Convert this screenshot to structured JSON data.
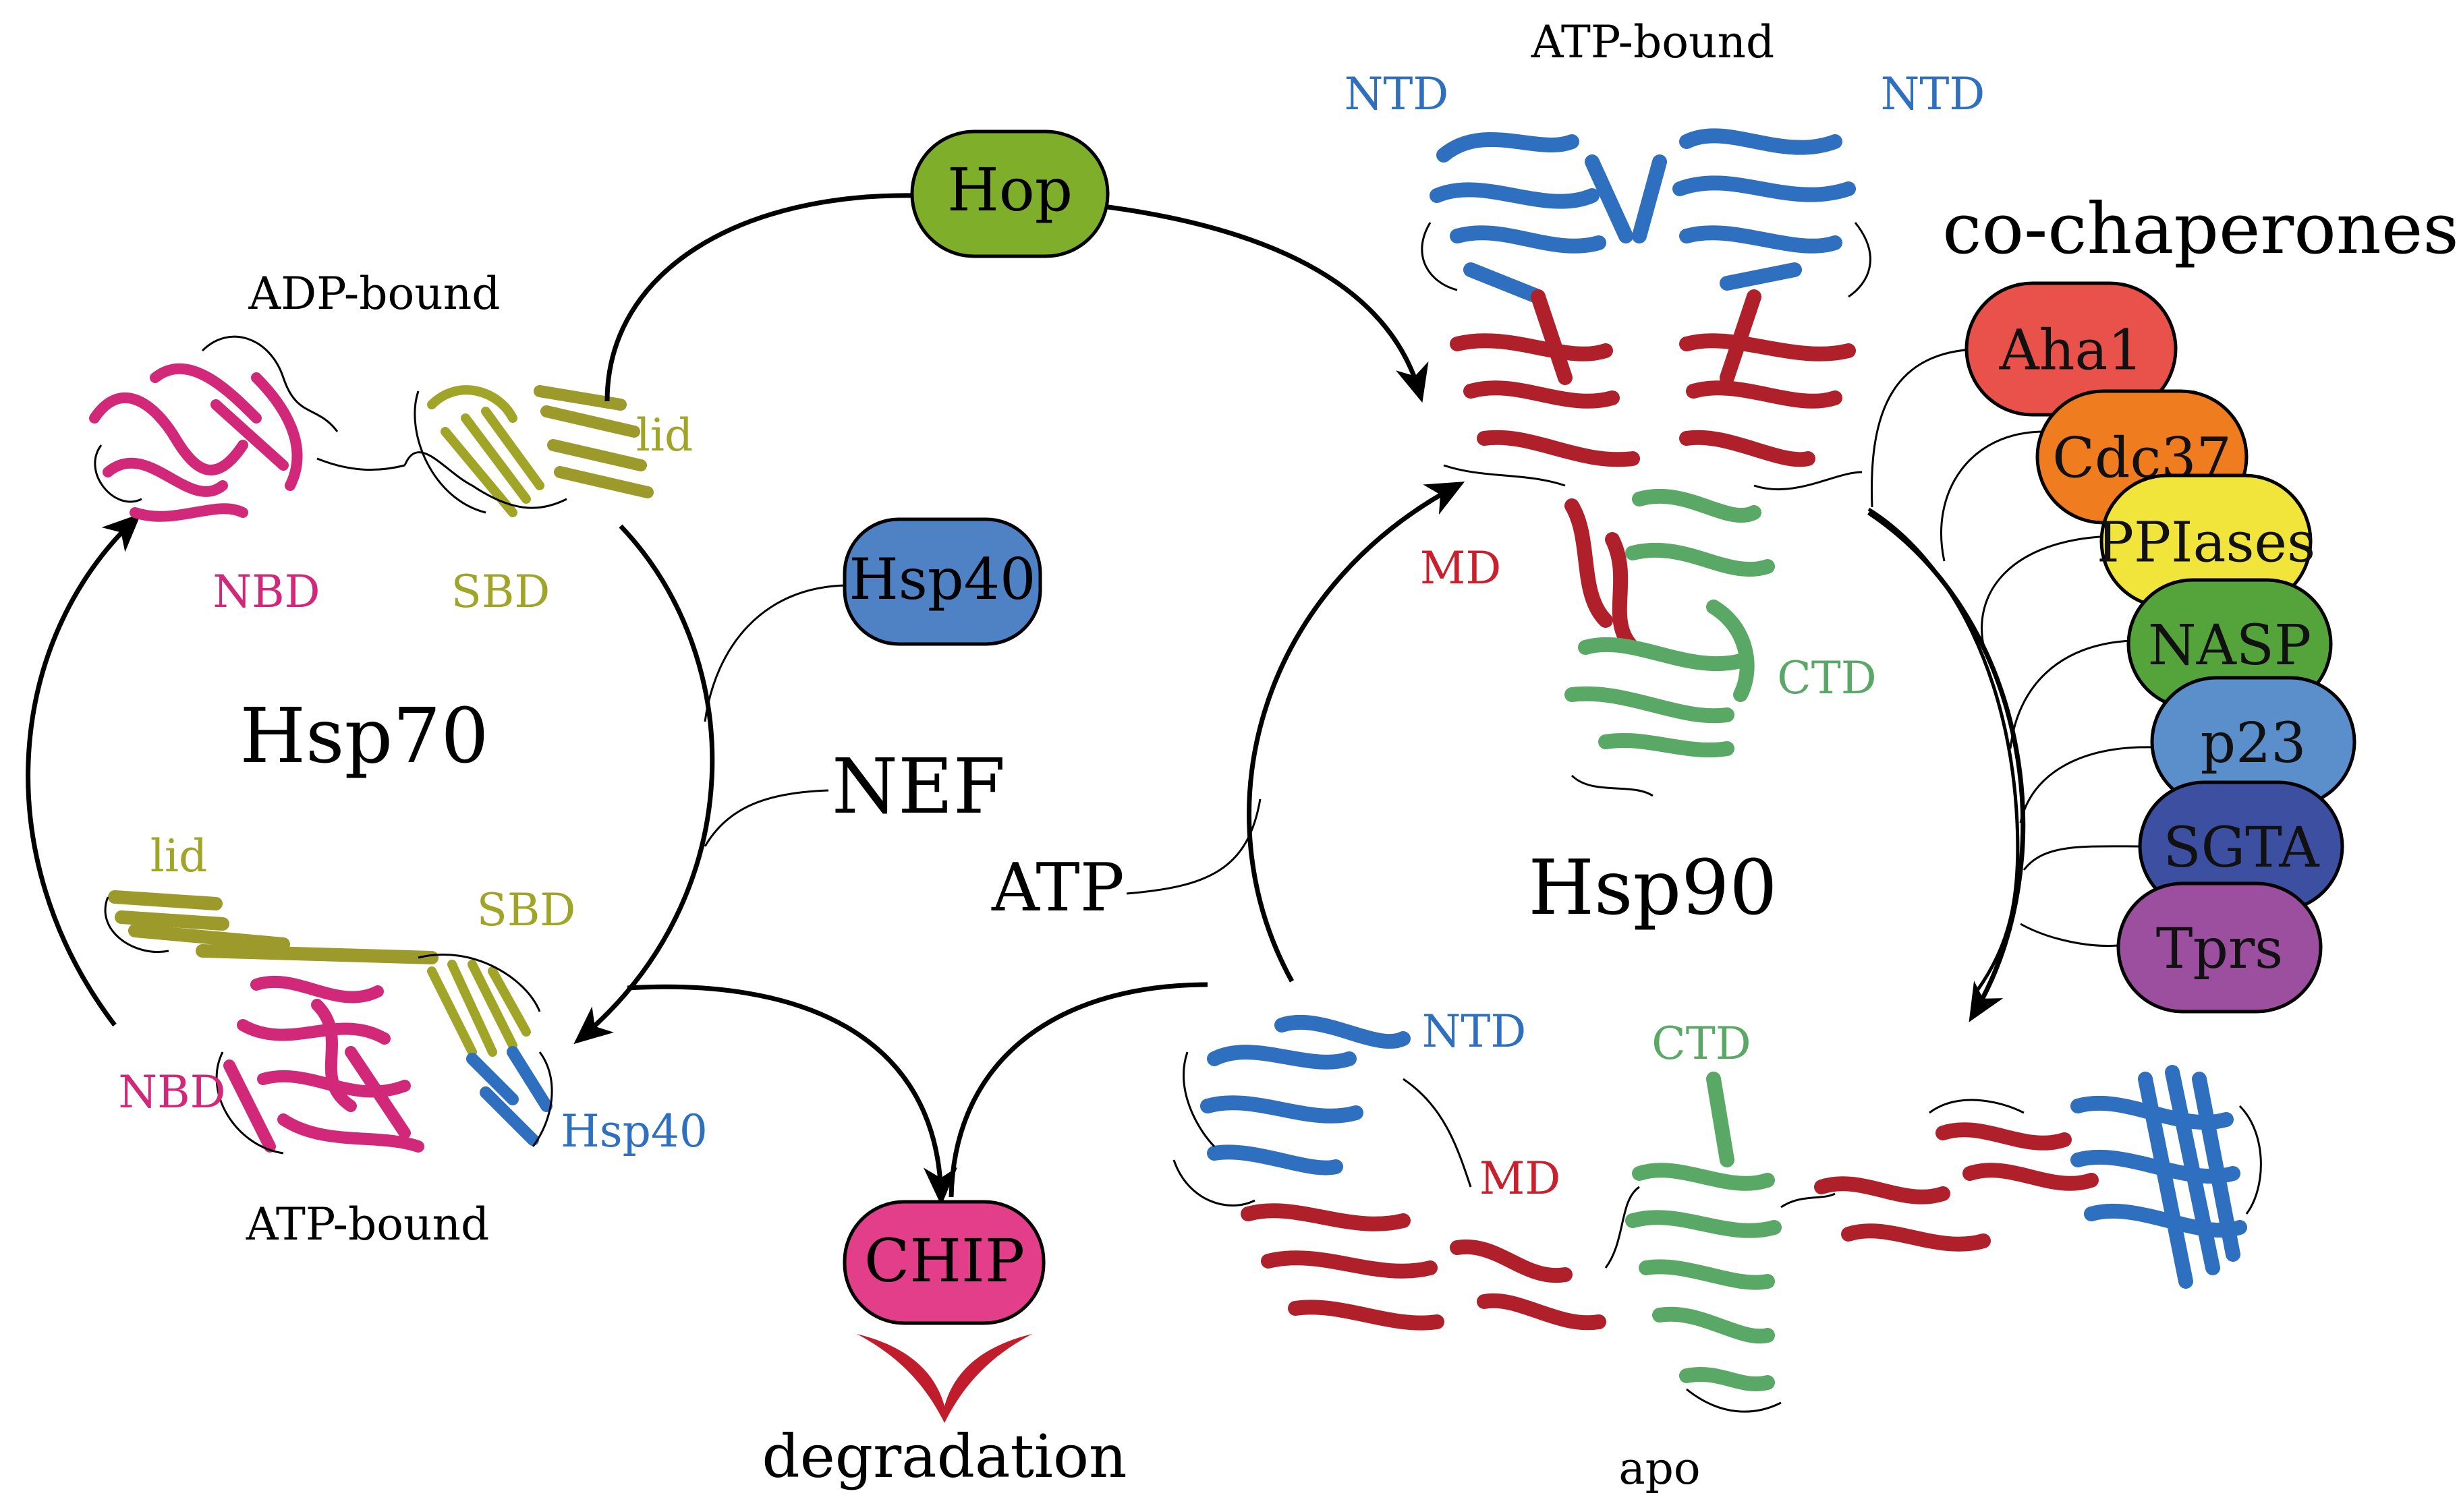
{
  "hsp70": {
    "title": "Hsp70",
    "adp_bound": "ADP-bound",
    "atp_bound": "ATP-bound",
    "nbd_top": "NBD",
    "sbd_top": "SBD",
    "lid_top": "lid",
    "nbd_bottom": "NBD",
    "sbd_bottom": "SBD",
    "lid_bottom": "lid",
    "hsp40_domain": "Hsp40"
  },
  "hsp90": {
    "title": "Hsp90",
    "atp_bound": "ATP-bound",
    "apo": "apo",
    "ntd_left": "NTD",
    "ntd_right": "NTD",
    "md_top": "MD",
    "ctd_top": "CTD",
    "ntd_apo": "NTD",
    "md_apo": "MD",
    "ctd_apo": "CTD"
  },
  "factors": {
    "hop": "Hop",
    "hsp40": "Hsp40",
    "nef": "NEF",
    "atp": "ATP",
    "chip": "CHIP",
    "degradation": "degradation"
  },
  "cochaperones": {
    "title": "co-chaperones",
    "items": [
      {
        "label": "Aha1",
        "color": "#e8524a"
      },
      {
        "label": "Cdc37",
        "color": "#ef7d1f"
      },
      {
        "label": "PPIases",
        "color": "#f1e43b"
      },
      {
        "label": "NASP",
        "color": "#55a43b"
      },
      {
        "label": "p23",
        "color": "#5b8fcc"
      },
      {
        "label": "SGTA",
        "color": "#3d4fa0"
      },
      {
        "label": "Tprs",
        "color": "#9c4f9e"
      }
    ]
  },
  "colors": {
    "nbd": "#d1287a",
    "sbd": "#a0a528",
    "lid": "#9b9a2b",
    "ntd": "#2f6fbf",
    "md": "#b0202a",
    "ctd": "#5aa866",
    "hop": "#7fae2a",
    "hsp40_box": "#4f82c4",
    "chip": "#e23e8a",
    "degradation": "#c01c2c"
  }
}
